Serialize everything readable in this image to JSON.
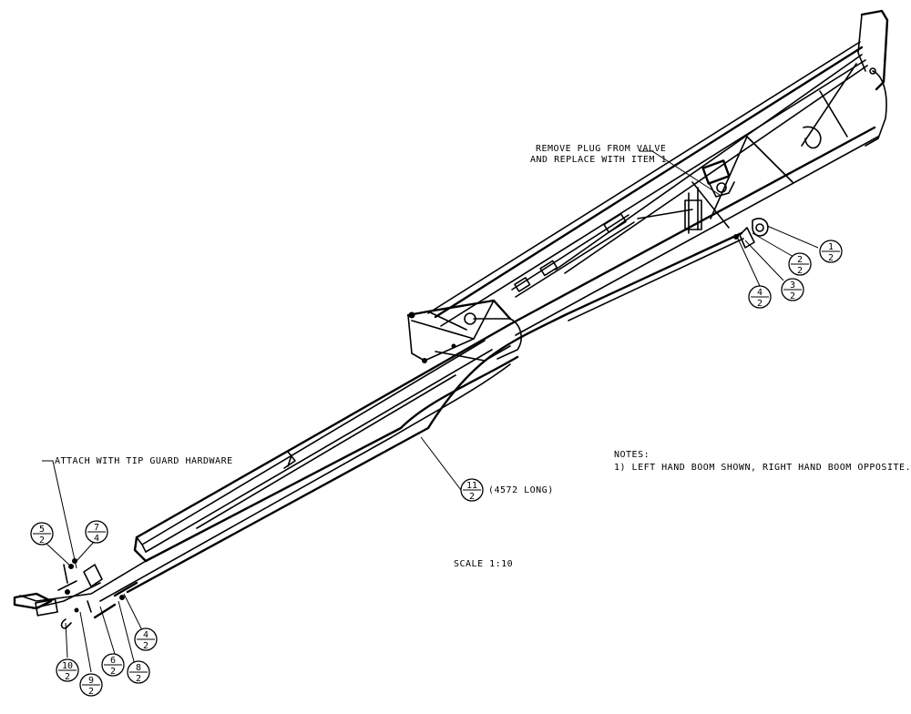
{
  "callouts": {
    "remove_plug_line1": "REMOVE PLUG FROM VALVE",
    "remove_plug_line2": "AND REPLACE WITH ITEM 1",
    "attach_tip_guard": "ATTACH WITH TIP GUARD HARDWARE",
    "hose_length": "(4572 LONG)"
  },
  "notes": {
    "heading": "NOTES:",
    "item1": "1)  LEFT HAND BOOM SHOWN, RIGHT HAND BOOM OPPOSITE."
  },
  "scale": "SCALE  1:10",
  "balloons": {
    "b1": {
      "item": "1",
      "qty": "2"
    },
    "b2": {
      "item": "2",
      "qty": "2"
    },
    "b3": {
      "item": "3",
      "qty": "2"
    },
    "b4a": {
      "item": "4",
      "qty": "2"
    },
    "b11": {
      "item": "11",
      "qty": "2"
    },
    "b5": {
      "item": "5",
      "qty": "2"
    },
    "b7": {
      "item": "7",
      "qty": "4"
    },
    "b4b": {
      "item": "4",
      "qty": "2"
    },
    "b10": {
      "item": "10",
      "qty": "2"
    },
    "b9": {
      "item": "9",
      "qty": "2"
    },
    "b6": {
      "item": "6",
      "qty": "2"
    },
    "b8": {
      "item": "8",
      "qty": "2"
    }
  }
}
